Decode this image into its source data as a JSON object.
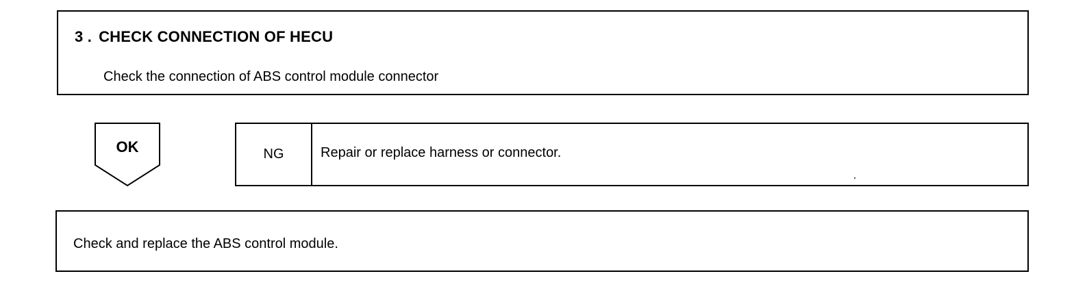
{
  "step": {
    "number": "3 .",
    "title": "CHECK CONNECTION OF HECU",
    "description": "Check the connection of ABS control module connector"
  },
  "ok_branch": {
    "label": "OK"
  },
  "ng_branch": {
    "label": "NG",
    "action": "Repair or replace harness or connector."
  },
  "next_step": {
    "text": "Check and replace the ABS control module."
  },
  "colors": {
    "border": "#000000",
    "background": "#ffffff",
    "text": "#000000"
  },
  "icons": {
    "ok_arrow": "down-arrow-pentagon-icon"
  }
}
